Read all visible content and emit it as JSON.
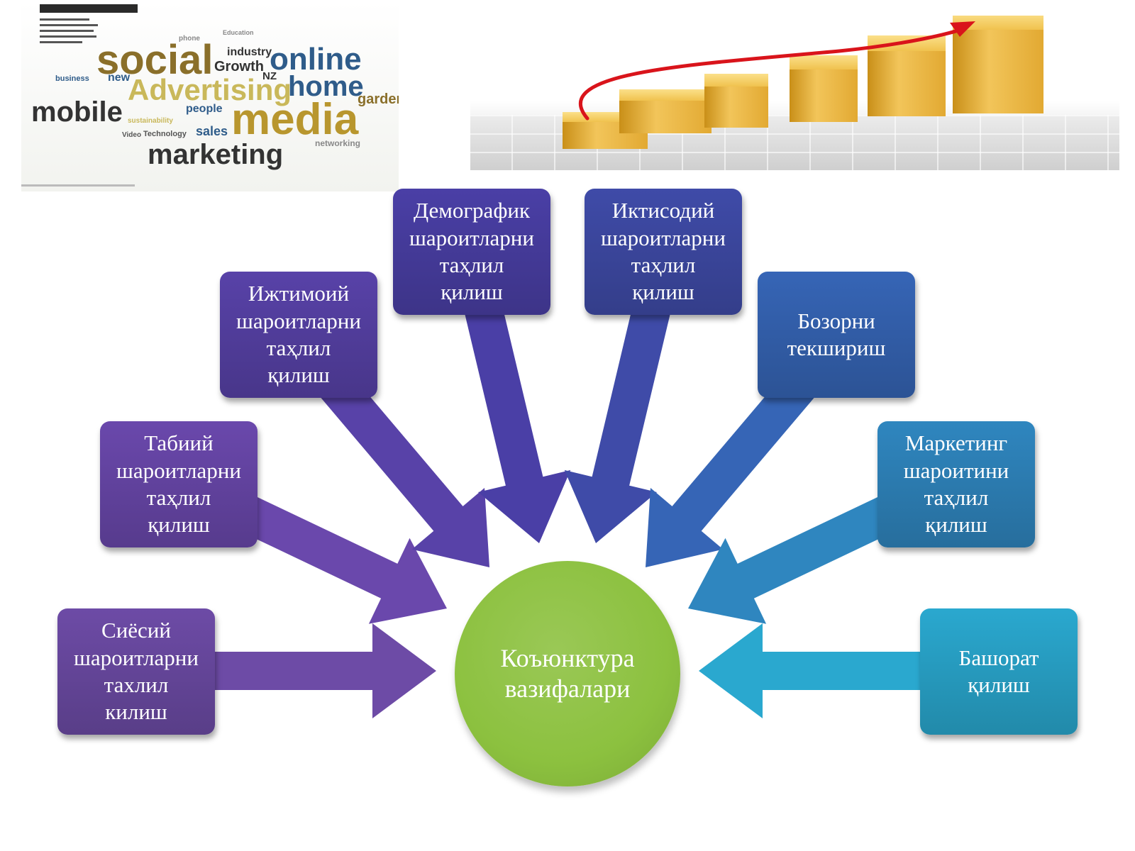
{
  "wordcloud": {
    "words": [
      {
        "text": "social",
        "color": "#8a6f2a"
      },
      {
        "text": "online",
        "color": "#2f5c8a"
      },
      {
        "text": "Advertising",
        "color": "#c9b85a"
      },
      {
        "text": "home",
        "color": "#2f5c8a"
      },
      {
        "text": "mobile",
        "color": "#333333"
      },
      {
        "text": "media",
        "color": "#b8962e"
      },
      {
        "text": "marketing",
        "color": "#333333"
      },
      {
        "text": "industry",
        "color": "#333333"
      },
      {
        "text": "Growth",
        "color": "#333333"
      },
      {
        "text": "NZ",
        "color": "#333333"
      },
      {
        "text": "new",
        "color": "#2f5c8a"
      },
      {
        "text": "business",
        "color": "#2f5c8a"
      },
      {
        "text": "people",
        "color": "#2f5c8a"
      },
      {
        "text": "sales",
        "color": "#2f5c8a"
      },
      {
        "text": "Technology",
        "color": "#555555"
      },
      {
        "text": "Video",
        "color": "#555555"
      },
      {
        "text": "networking",
        "color": "#888888"
      },
      {
        "text": "phone",
        "color": "#888888"
      },
      {
        "text": "Education",
        "color": "#888888"
      },
      {
        "text": "sustainability",
        "color": "#c9b85a"
      },
      {
        "text": "garden",
        "color": "#8a6f2a"
      }
    ]
  },
  "growth_image": {
    "arrow_color": "#d9141b",
    "box_color": "#e8b23a"
  },
  "diagram": {
    "center": {
      "label": "Коъюнктура\nвазифалари",
      "color": "#8cc13f"
    },
    "nodes": [
      {
        "id": "political",
        "label": "Сиёсий\nшароитларни\nтахлил\nкилиш",
        "color": "#6d4ba6"
      },
      {
        "id": "natural",
        "label": "Табиий\nшароитларни\nтаҳлил\nқилиш",
        "color": "#6a48ac"
      },
      {
        "id": "social",
        "label": "Ижтимоий\nшароитларни\nтаҳлил\nқилиш",
        "color": "#5842a8"
      },
      {
        "id": "demographic",
        "label": "Демографик\nшароитларни\nтаҳлил\nқилиш",
        "color": "#4a3fa6"
      },
      {
        "id": "economic",
        "label": "Иктисодий\nшароитларни\nтаҳлил\nқилиш",
        "color": "#3f4ba8"
      },
      {
        "id": "market-research",
        "label": "Бозорни\nтекшириш",
        "color": "#3665b6"
      },
      {
        "id": "marketing",
        "label": "Маркетинг\nшароитини\nтаҳлил\nқилиш",
        "color": "#2f86bf"
      },
      {
        "id": "forecast",
        "label": "Башорат\nқилиш",
        "color": "#2aa8cf"
      }
    ]
  }
}
